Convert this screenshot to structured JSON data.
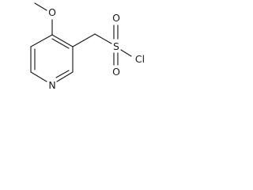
{
  "molecule": {
    "atoms": {
      "oxygen_methoxy": "O",
      "nitrogen": "N",
      "sulfur": "S",
      "oxygen_sulfonyl_top": "O",
      "oxygen_sulfonyl_bottom": "O",
      "chlorine": "Cl"
    }
  }
}
